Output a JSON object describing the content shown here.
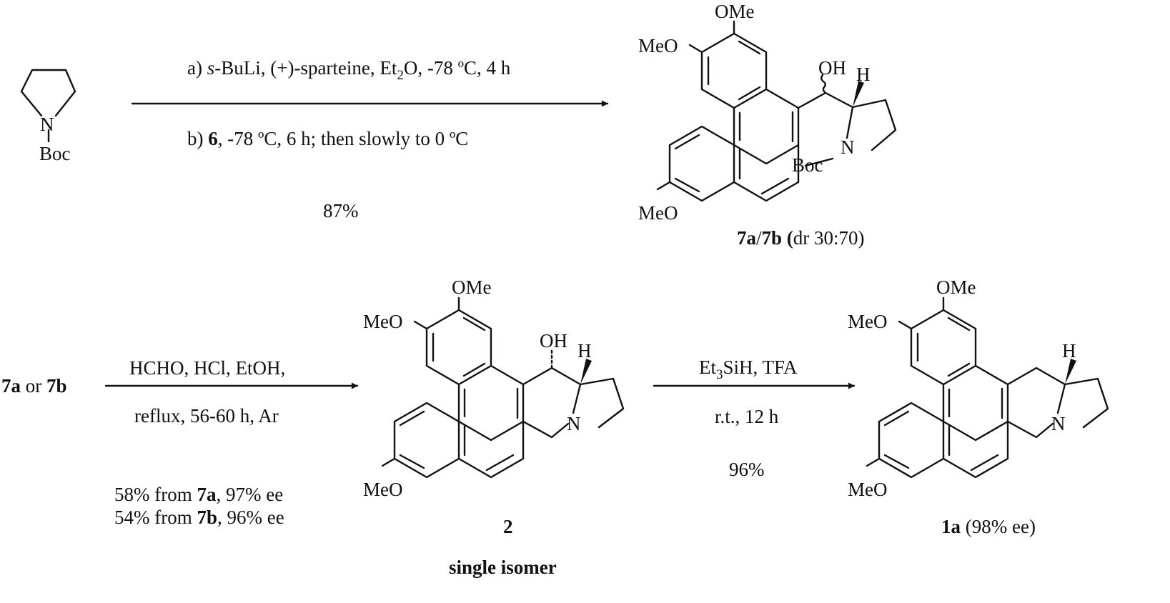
{
  "start": {
    "atom_n": "N",
    "group": "Boc"
  },
  "step1": {
    "cond_a": {
      "prefix": "a) ",
      "ital": "s",
      "text": "-BuLi, (+)-sparteine, Et",
      "sub": "2",
      "tail": "O, -78 ºC, 4 h"
    },
    "cond_b": {
      "prefix": "b) ",
      "ref": "6",
      "text": ", -78 ºC, 6 h; then slowly to 0 ºC"
    },
    "yield": "87%"
  },
  "product7": {
    "ome": "OMe",
    "meo_top": "MeO",
    "meo_bottom": "MeO",
    "oh": "OH",
    "h": "H",
    "n": "N",
    "boc": "Boc",
    "label": {
      "a": "7a",
      "slash": "/",
      "b": "7b",
      "paren_open": " (",
      "dr": "dr 30:70)"
    }
  },
  "step2": {
    "start": {
      "a": "7a",
      "or": " or ",
      "b": "7b"
    },
    "cond_line1": "HCHO, HCl, EtOH,",
    "cond_line2": "reflux, 56-60 h, Ar",
    "yield_a": {
      "pre": "58% from ",
      "ref": "7a",
      "post": ", 97% ee"
    },
    "yield_b": {
      "pre": "54% from ",
      "ref": "7b",
      "post": ", 96% ee"
    }
  },
  "product2": {
    "ome": "OMe",
    "meo_top": "MeO",
    "meo_bottom": "MeO",
    "oh": "OH",
    "h": "H",
    "n": "N",
    "label": "2",
    "note": "single isomer"
  },
  "step3": {
    "cond_line1": {
      "pre": "Et",
      "sub": "3",
      "post": "SiH, TFA"
    },
    "cond_line2": "r.t., 12 h",
    "yield": "96%"
  },
  "product1a": {
    "ome": "OMe",
    "meo_top": "MeO",
    "meo_bottom": "MeO",
    "h": "H",
    "n": "N",
    "label": {
      "num": "1a",
      "ee": " (98% ee)"
    }
  }
}
